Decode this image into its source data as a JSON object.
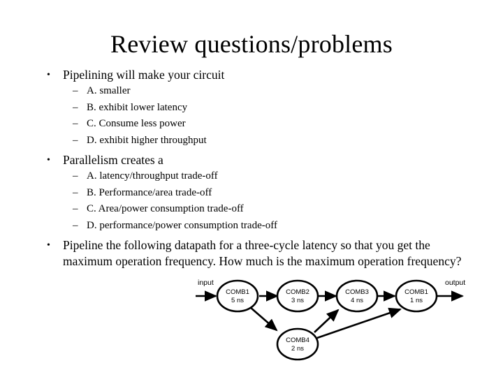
{
  "slide": {
    "title": "Review questions/problems",
    "bullet_glyph": "•",
    "dash_glyph": "–",
    "blocks": [
      {
        "heading": "Pipelining will make your circuit",
        "options": [
          "A. smaller",
          "B. exhibit lower latency",
          "C. Consume less power",
          "D. exhibit higher throughput"
        ]
      },
      {
        "heading": "Parallelism creates a",
        "options": [
          "A. latency/throughput trade-off",
          "B. Performance/area trade-off",
          "C. Area/power consumption trade-off",
          "D. performance/power consumption trade-off"
        ]
      }
    ],
    "paragraph": {
      "line1": "Pipeline the following datapath for a three-cycle latency so that you",
      "line2": "get the maximum operation frequency. How much is the maximum",
      "line3": "operation frequency?"
    }
  },
  "diagram": {
    "input_label": "input",
    "output_label": "output",
    "nodes": [
      {
        "id": "comb1a",
        "name": "COMB1",
        "delay": "5 ns"
      },
      {
        "id": "comb2",
        "name": "COMB2",
        "delay": "3 ns"
      },
      {
        "id": "comb3",
        "name": "COMB3",
        "delay": "4 ns"
      },
      {
        "id": "comb1b",
        "name": "COMB1",
        "delay": "1 ns"
      },
      {
        "id": "comb4",
        "name": "COMB4",
        "delay": "2 ns"
      }
    ],
    "colors": {
      "stroke": "#000000",
      "fill": "#ffffff",
      "background": "#ffffff"
    }
  }
}
